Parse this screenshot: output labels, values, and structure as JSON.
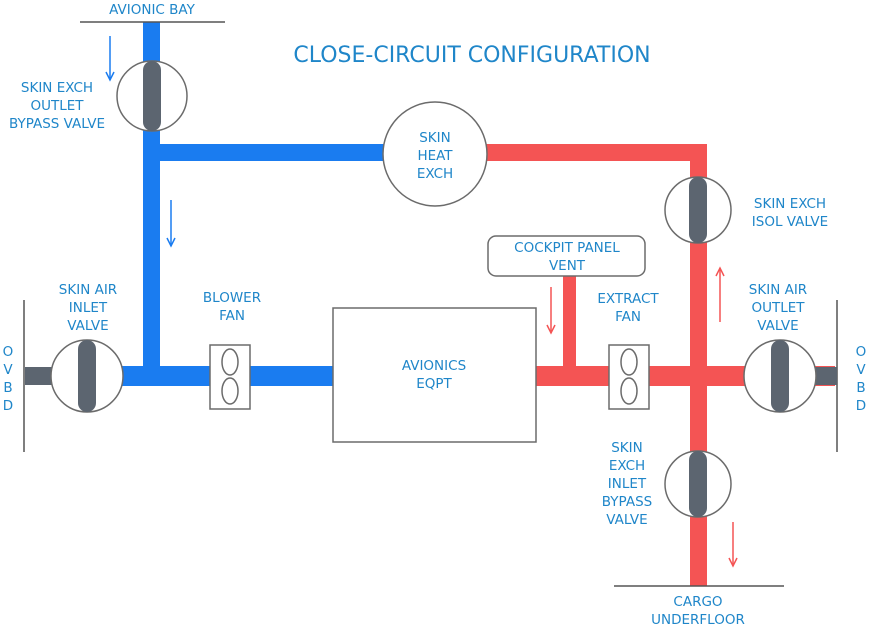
{
  "title": "CLOSE-CIRCUIT CONFIGURATION",
  "colors": {
    "cold_duct": "#1a7cf0",
    "hot_duct": "#f45454",
    "label": "#1f86c9",
    "valve_body": "#5c6570",
    "outline": "#6b6b6b"
  },
  "labels": {
    "avionic_bay": "AVIONIC BAY",
    "outlet_bypass": [
      "SKIN EXCH",
      "OUTLET",
      "BYPASS VALVE"
    ],
    "heat_exch": [
      "SKIN",
      "HEAT",
      "EXCH"
    ],
    "isol_valve": [
      "SKIN EXCH",
      "ISOL VALVE"
    ],
    "cockpit_vent": [
      "COCKPIT PANEL",
      "VENT"
    ],
    "air_inlet": [
      "SKIN AIR",
      "INLET",
      "VALVE"
    ],
    "blower_fan": [
      "BLOWER",
      "FAN"
    ],
    "avionics_eqpt": [
      "AVIONICS",
      "EQPT"
    ],
    "extract_fan": [
      "EXTRACT",
      "FAN"
    ],
    "air_outlet": [
      "SKIN AIR",
      "OUTLET",
      "VALVE"
    ],
    "ovbd_left": [
      "O",
      "V",
      "B",
      "D"
    ],
    "ovbd_right": [
      "O",
      "V",
      "B",
      "D"
    ],
    "inlet_bypass": [
      "SKIN",
      "EXCH",
      "INLET",
      "BYPASS",
      "VALVE"
    ],
    "cargo": [
      "CARGO",
      "UNDERFLOOR"
    ]
  }
}
